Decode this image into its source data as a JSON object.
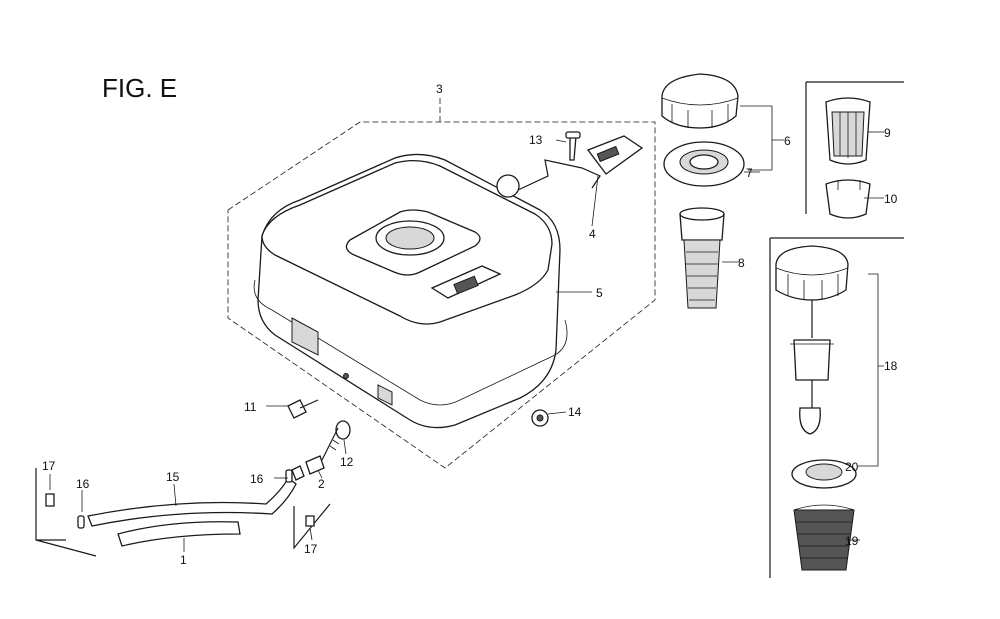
{
  "figure": {
    "title": "FIG. E"
  },
  "callouts": {
    "c1": "1",
    "c2": "2",
    "c3": "3",
    "c4": "4",
    "c5": "5",
    "c6": "6",
    "c7": "7",
    "c8": "8",
    "c9": "9",
    "c10": "10",
    "c11": "11",
    "c12": "12",
    "c13": "13",
    "c14": "14",
    "c15": "15",
    "c16a": "16",
    "c16b": "16",
    "c17a": "17",
    "c17b": "17",
    "c18": "18",
    "c19": "19",
    "c20": "20"
  }
}
